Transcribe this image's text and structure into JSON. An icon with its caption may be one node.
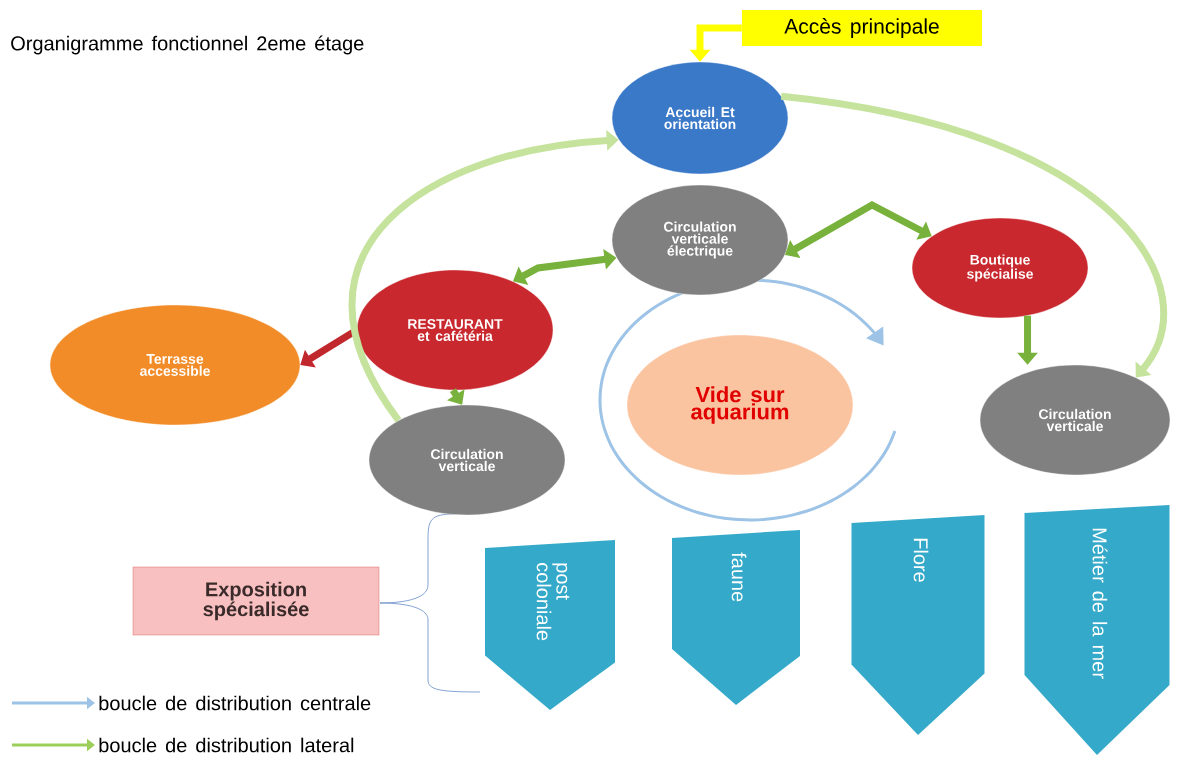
{
  "diagram": {
    "title": "Organigramme fonctionnel 2eme étage",
    "nodes": [
      {
        "text": [
          "Accès principale"
        ]
      },
      {
        "text": [
          "Accueil Et orientation"
        ]
      },
      {
        "text": [
          "Circulation verticale électrique"
        ]
      },
      {
        "text": [
          "Boutique spécialise"
        ]
      },
      {
        "text": [
          "RESTAURANT et cafétéria"
        ]
      },
      {
        "text": [
          "Terrasse accessible"
        ]
      },
      {
        "text": [
          "Vide sur aquarium"
        ]
      },
      {
        "text": [
          "Circulation verticale"
        ]
      },
      {
        "text": [
          "Circulation verticale"
        ]
      },
      {
        "text": [
          "Exposition spécialisée"
        ]
      },
      {
        "text": [
          "post coloniale"
        ]
      },
      {
        "text": [
          "faune"
        ]
      },
      {
        "text": [
          "Flore"
        ]
      },
      {
        "text": [
          "Métier de la mer"
        ]
      }
    ],
    "edges": [
      {
        "from": 0,
        "to": 1,
        "arrow": "to",
        "color": "#ffff00"
      },
      {
        "from": 4,
        "to": 2,
        "arrow": "both"
      },
      {
        "from": 2,
        "to": 3,
        "arrow": "both"
      },
      {
        "from": 3,
        "to": 8,
        "arrow": "to"
      },
      {
        "from": 4,
        "to": 7,
        "arrow": "to"
      },
      {
        "from": 4,
        "to": 5,
        "arrow": "to",
        "color": "#c0282d"
      },
      {
        "from": 7,
        "to": 1,
        "arrow": "to",
        "color": "#c5e39d"
      },
      {
        "from": 1,
        "to": 8,
        "arrow": "to",
        "color": "#c5e39d"
      }
    ],
    "legend": [
      {
        "text": "boucle de distribution centrale"
      },
      {
        "text": "boucle de distribution lateral"
      }
    ]
  }
}
